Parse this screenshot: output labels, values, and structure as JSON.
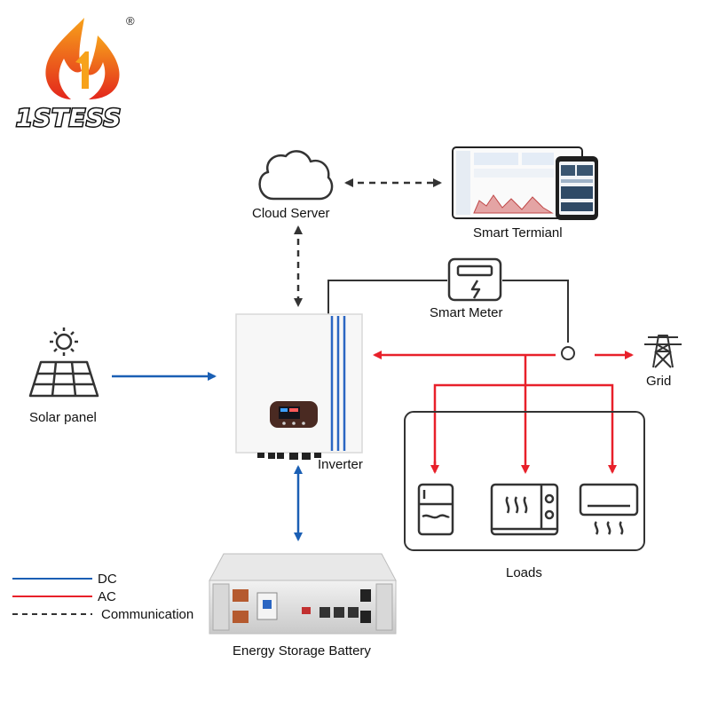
{
  "brand": {
    "name": "1STESS",
    "registered_mark": "®"
  },
  "nodes": {
    "cloud_server": "Cloud Server",
    "smart_terminal": "Smart Termianl",
    "smart_meter": "Smart Meter",
    "solar_panel": "Solar panel",
    "inverter": "Inverter",
    "grid": "Grid",
    "loads": "Loads",
    "battery": "Energy Storage Battery"
  },
  "legend": [
    {
      "label": "DC",
      "style": "solid",
      "color": "#1a5fb4"
    },
    {
      "label": "AC",
      "style": "solid",
      "color": "#e8202a"
    },
    {
      "label": "Communication",
      "style": "dashed",
      "color": "#333333"
    }
  ],
  "colors": {
    "dc": "#1a5fb4",
    "ac": "#e8202a",
    "comm": "#333333",
    "brand_orange": "#ef4a1c",
    "brand_yellow": "#f7a21b"
  },
  "icons": [
    "logo-flame-icon",
    "cloud-icon",
    "dashboard-devices-icon",
    "meter-icon",
    "sun-icon",
    "solar-panel-icon",
    "inverter-icon",
    "transmission-tower-icon",
    "fridge-icon",
    "oven-icon",
    "air-conditioner-icon",
    "battery-rack-icon"
  ]
}
